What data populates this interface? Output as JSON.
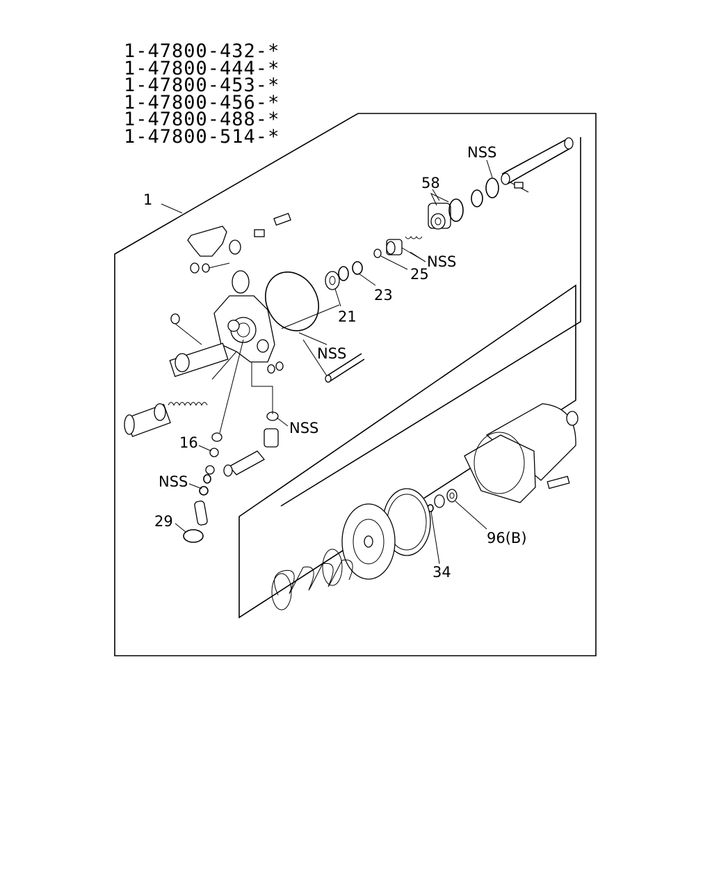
{
  "part_numbers": [
    "1-47800-432-*",
    "1-47800-444-*",
    "1-47800-453-*",
    "1-47800-456-*",
    "1-47800-488-*",
    "1-47800-514-*"
  ],
  "callouts": {
    "assembly": "1",
    "nss_top": "NSS",
    "c58": "58",
    "nss_25": "NSS",
    "c25": "25",
    "c23": "23",
    "c21": "21",
    "nss_oring": "NSS",
    "nss_mid": "NSS",
    "c16": "16",
    "nss_left": "NSS",
    "c29": "29",
    "c34": "34",
    "c96": "96(B)"
  }
}
